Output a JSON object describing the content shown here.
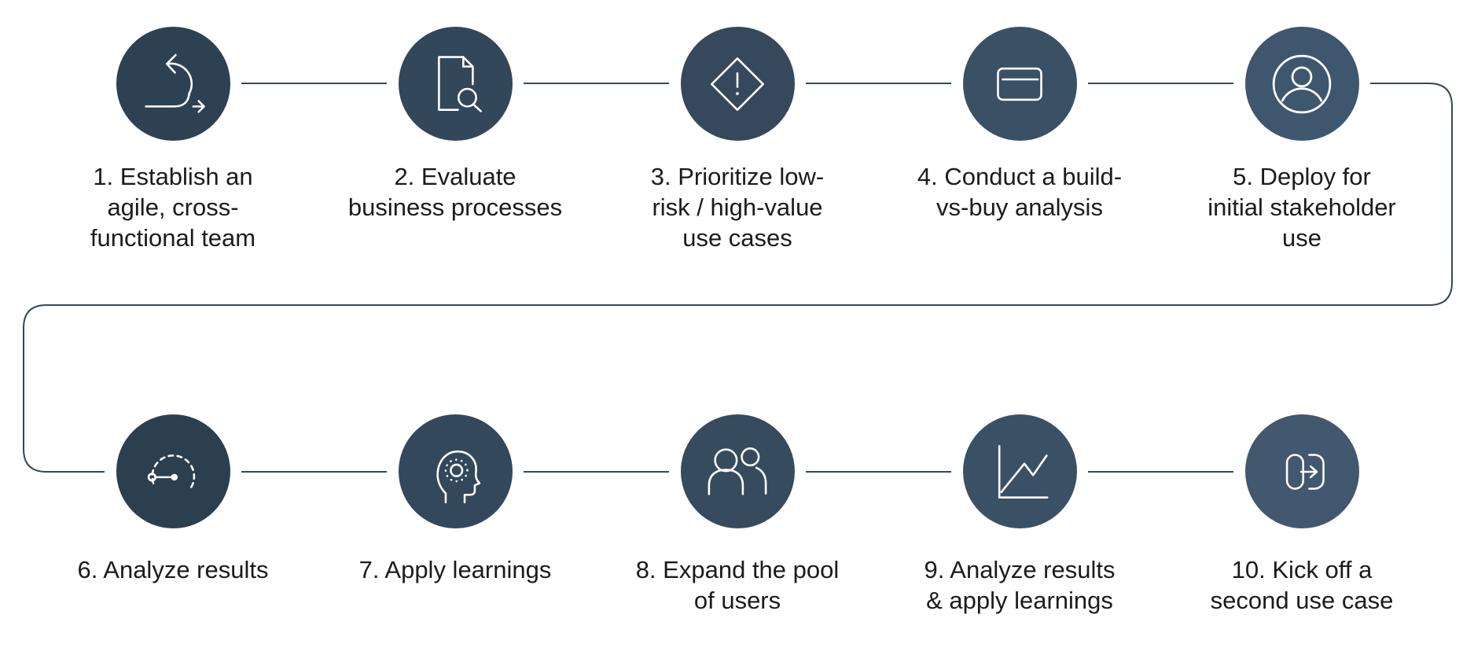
{
  "diagram": {
    "type": "process-flow",
    "rows": 2,
    "steps_per_row": 5,
    "connector_color": "#32495d",
    "icon_stroke_color": "#ffffff",
    "label_text_color": "#1b1b1b",
    "background_color": "#ffffff"
  },
  "steps": [
    {
      "id": 1,
      "label": "1. Establish an\nagile, cross-\nfunctional team",
      "icon": "agile-sprint-icon",
      "circle_color": "#2d4153"
    },
    {
      "id": 2,
      "label": "2. Evaluate\nbusiness processes",
      "icon": "document-search-icon",
      "circle_color": "#32475a"
    },
    {
      "id": 3,
      "label": "3. Prioritize low-\nrisk / high-value\nuse cases",
      "icon": "alert-diamond-icon",
      "circle_color": "#36495c"
    },
    {
      "id": 4,
      "label": "4. Conduct a build-\nvs-buy analysis",
      "icon": "credit-card-icon",
      "circle_color": "#3a5065"
    },
    {
      "id": 5,
      "label": "5. Deploy for\ninitial stakeholder\nuse",
      "icon": "user-icon",
      "circle_color": "#3f576e"
    },
    {
      "id": 6,
      "label": "6. Analyze results",
      "icon": "gauge-icon",
      "circle_color": "#2c3f4f"
    },
    {
      "id": 7,
      "label": "7. Apply learnings",
      "icon": "mind-icon",
      "circle_color": "#33485b"
    },
    {
      "id": 8,
      "label": "8. Expand the pool\nof users",
      "icon": "users-icon",
      "circle_color": "#364b5e"
    },
    {
      "id": 9,
      "label": "9. Analyze results\n& apply learnings",
      "icon": "line-chart-icon",
      "circle_color": "#3a5065"
    },
    {
      "id": 10,
      "label": "10. Kick off a\nsecond use case",
      "icon": "kickoff-arrow-icon",
      "circle_color": "#42586e"
    }
  ]
}
